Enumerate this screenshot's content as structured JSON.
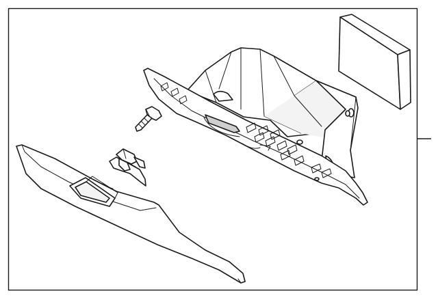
{
  "diagram": {
    "parts": [
      {
        "name": "glove-box-bin"
      },
      {
        "name": "glove-box-door"
      },
      {
        "name": "mounting-screw"
      },
      {
        "name": "retaining-clip"
      },
      {
        "name": "filter-pad"
      }
    ],
    "callouts": [
      {
        "name": "bin-callout-leader"
      }
    ]
  }
}
